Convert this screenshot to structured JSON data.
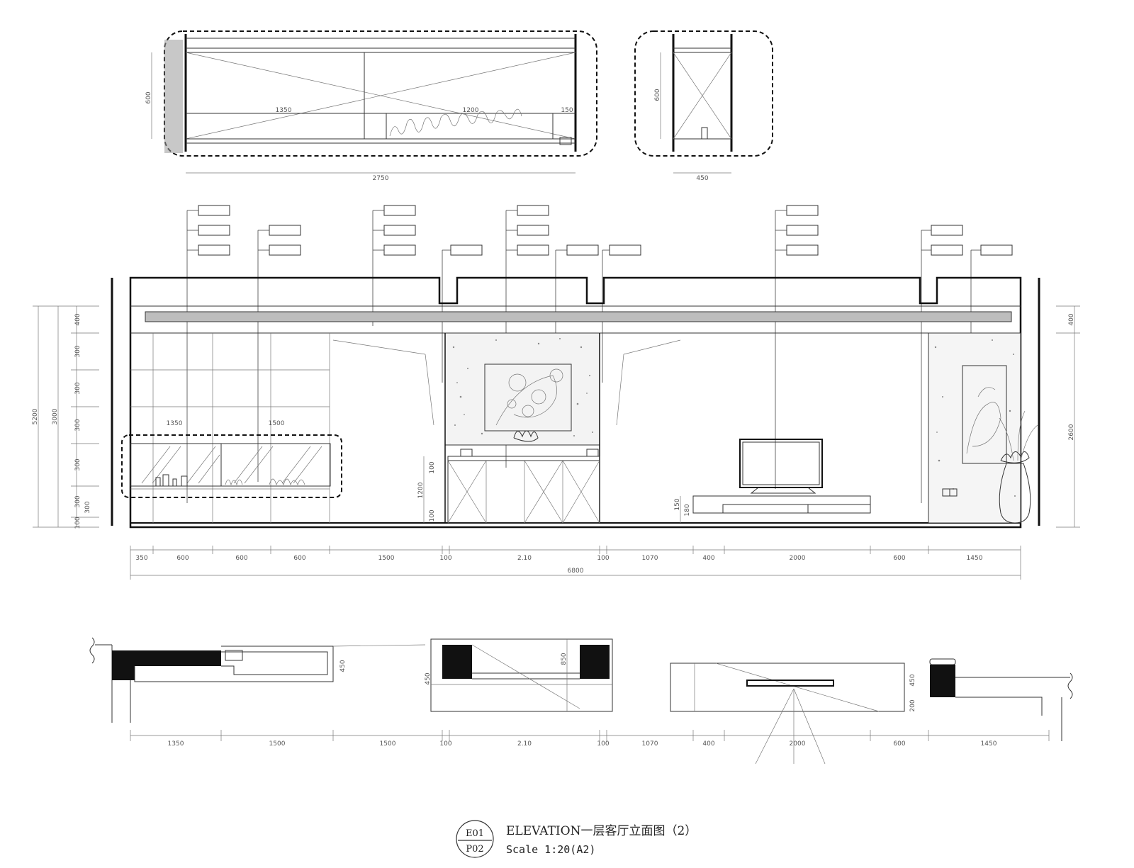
{
  "title_block": {
    "sheet_top": "E01",
    "sheet_bottom": "P02",
    "title": "ELEVATION一层客厅立面图（2）",
    "scale": "Scale 1:20(A2)"
  },
  "detail_top_left": {
    "width_label": "2750",
    "height_label": "600",
    "sub_labels": [
      "1350",
      "1200",
      "150"
    ]
  },
  "detail_top_right": {
    "width_label": "450",
    "height_label": "600"
  },
  "elevation": {
    "total_width_label": "6800",
    "bottom_dims": [
      "350",
      "600",
      "600",
      "600",
      "1500",
      "100",
      "2.10",
      "100",
      "1070",
      "400",
      "2000",
      "600",
      "1450"
    ],
    "left_dims_inner": [
      "400",
      "300",
      "300",
      "300",
      "300",
      "300",
      "300",
      "100"
    ],
    "left_dims_outer": [
      "5200",
      "3000"
    ],
    "right_dims": [
      "400",
      "2600"
    ],
    "cabinet_dims": [
      "1350",
      "1500"
    ],
    "center_dims": [
      "1200",
      "100",
      "100"
    ],
    "tv_dims": [
      "150",
      "180"
    ]
  },
  "plan": {
    "bottom_dims": [
      "1350",
      "1500",
      "1500",
      "100",
      "2.10",
      "100",
      "1070",
      "400",
      "2000",
      "600",
      "1450"
    ],
    "side_dims": [
      "450",
      "450",
      "850",
      "450",
      "200"
    ]
  }
}
